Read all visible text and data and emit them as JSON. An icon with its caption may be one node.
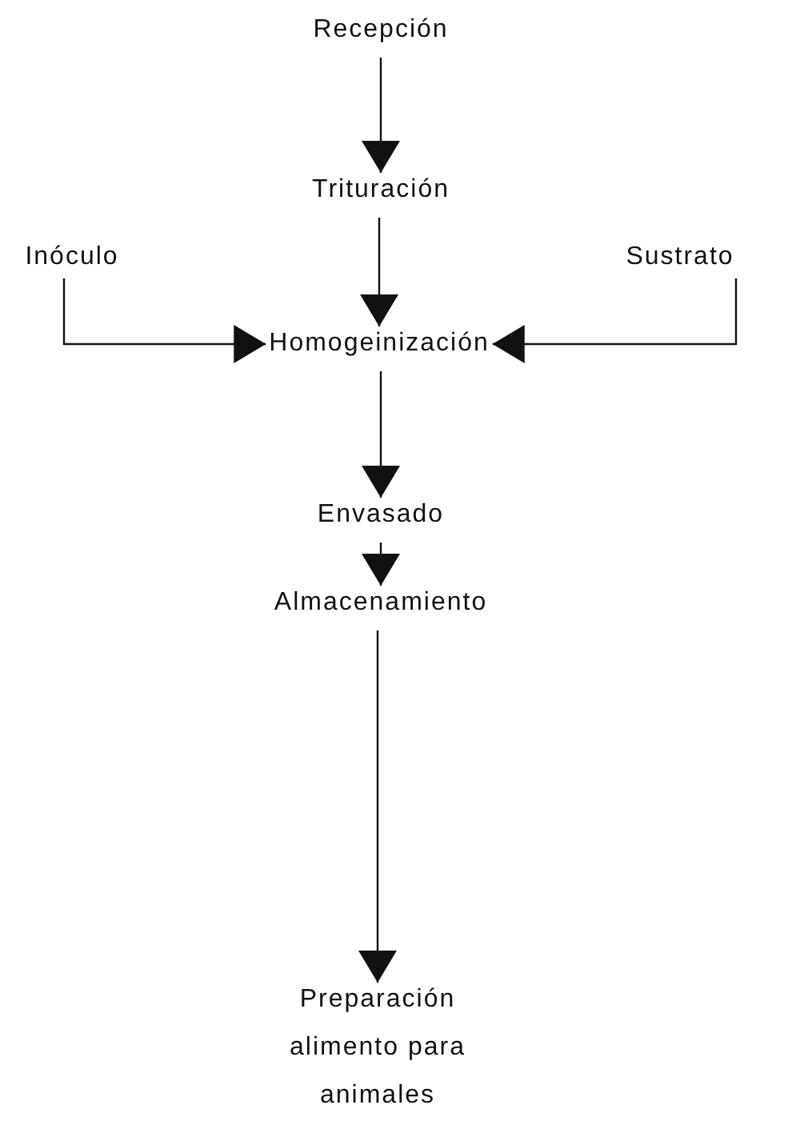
{
  "diagram": {
    "nodes": [
      {
        "text": [
          "Recepción"
        ]
      },
      {
        "text": [
          "Trituración"
        ]
      },
      {
        "text": [
          "Inóculo"
        ]
      },
      {
        "text": [
          "Sustrato"
        ]
      },
      {
        "text": [
          "Homogeinización"
        ]
      },
      {
        "text": [
          "Envasado"
        ]
      },
      {
        "text": [
          "Almacenamiento"
        ]
      },
      {
        "text": [
          "Preparación alimento para animales"
        ]
      }
    ],
    "edges": [
      {
        "from": 0,
        "to": 1,
        "arrow": "to"
      },
      {
        "from": 1,
        "to": 4,
        "arrow": "to"
      },
      {
        "from": 2,
        "to": 4,
        "arrow": "to"
      },
      {
        "from": 3,
        "to": 4,
        "arrow": "to"
      },
      {
        "from": 4,
        "to": 5,
        "arrow": "to"
      },
      {
        "from": 5,
        "to": 6,
        "arrow": "to"
      },
      {
        "from": 6,
        "to": 7,
        "arrow": "to"
      }
    ]
  }
}
